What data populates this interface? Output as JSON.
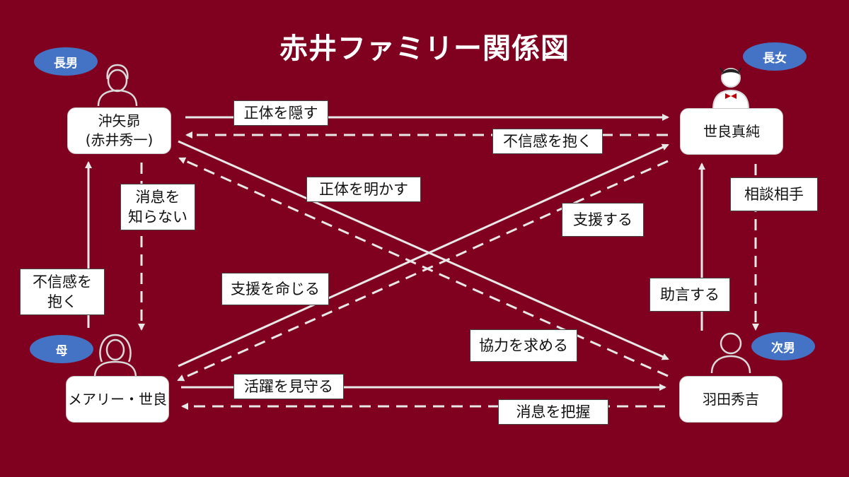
{
  "title": "赤井ファミリー関係図",
  "nodes": {
    "okiya": "沖矢昴\n(赤井秀一)",
    "sera": "世良真純",
    "mary": "メアリー・世良",
    "haneda": "羽田秀吉"
  },
  "badges": {
    "okiya": "長男",
    "sera": "長女",
    "mary": "母",
    "haneda": "次男"
  },
  "edges": {
    "okiya_to_sera": "正体を隠す",
    "sera_to_okiya": "不信感を抱く",
    "okiya_to_haneda": "正体を明かす",
    "okiya_to_mary": "消息を\n知らない",
    "mary_to_okiya": "不信感を\n抱く",
    "sera_to_mary": "支援する",
    "mary_to_sera": "支援を命じる",
    "sera_to_haneda": "相談相手",
    "haneda_to_sera": "助言する",
    "haneda_to_okiya": "協力を求める",
    "mary_to_haneda": "活躍を見守る",
    "haneda_to_mary": "消息を把握"
  },
  "colors": {
    "background": "#800020",
    "badge": "#4472c4",
    "line": "#e8e8e8"
  },
  "icons": [
    "male-person-icon",
    "female-person-icon",
    "bowtie-person-icon",
    "person-icon"
  ]
}
